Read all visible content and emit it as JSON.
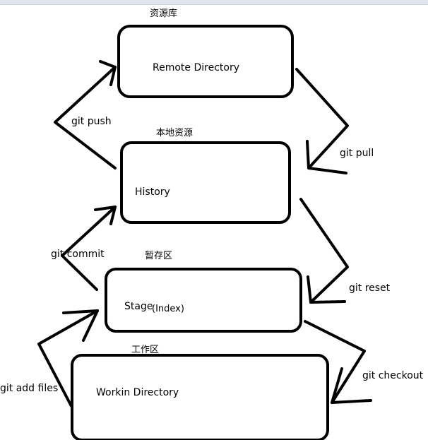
{
  "colors": {
    "stroke": "#000000",
    "background": "#ffffff",
    "top_bar": "#dfe6ef"
  },
  "boxes": {
    "remote": {
      "title": "资源库",
      "label": "Remote Directory"
    },
    "history": {
      "title": "本地资源",
      "label": "History"
    },
    "stage": {
      "title": "暂存区",
      "label": "Stage",
      "label_suffix": "(Index)"
    },
    "work": {
      "title": "工作区",
      "label": "Workin Directory"
    }
  },
  "edges": {
    "push": "git push",
    "pull": "git pull",
    "commit": "git commit",
    "reset": "git reset",
    "add": "git add files",
    "checkout": "git checkout"
  }
}
